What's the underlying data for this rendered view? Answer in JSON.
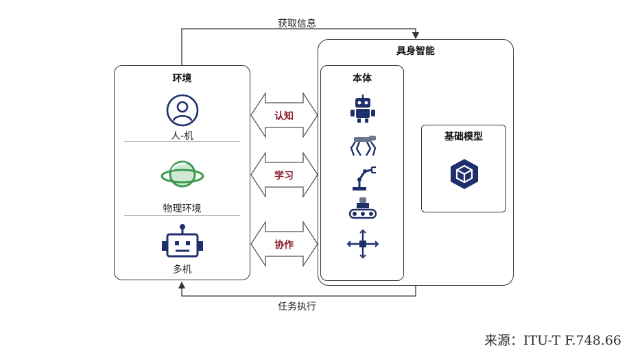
{
  "top_flow": {
    "label": "获取信息"
  },
  "bottom_flow": {
    "label": "任务执行"
  },
  "environment": {
    "title": "环境",
    "items": [
      {
        "label": "人-机",
        "icon": "person-icon"
      },
      {
        "label": "物理环境",
        "icon": "planet-icon"
      },
      {
        "label": "多机",
        "icon": "robot-face-icon"
      }
    ]
  },
  "interactions": [
    {
      "label": "认知"
    },
    {
      "label": "学习"
    },
    {
      "label": "协作"
    }
  ],
  "embodied": {
    "title": "具身智能",
    "body": {
      "title": "本体",
      "icons": [
        "humanoid-robot-icon",
        "quadruped-robot-icon",
        "robotic-arm-icon",
        "tracked-robot-icon",
        "drone-icon"
      ]
    },
    "foundation_model": {
      "title": "基础模型",
      "icon": "cube-icon"
    }
  },
  "colors": {
    "accent": "#8b1e2d",
    "icon_blue": "#1f2f6b",
    "planet_green": "#3d9a4e"
  },
  "source": "来源：ITU-T F.748.66"
}
